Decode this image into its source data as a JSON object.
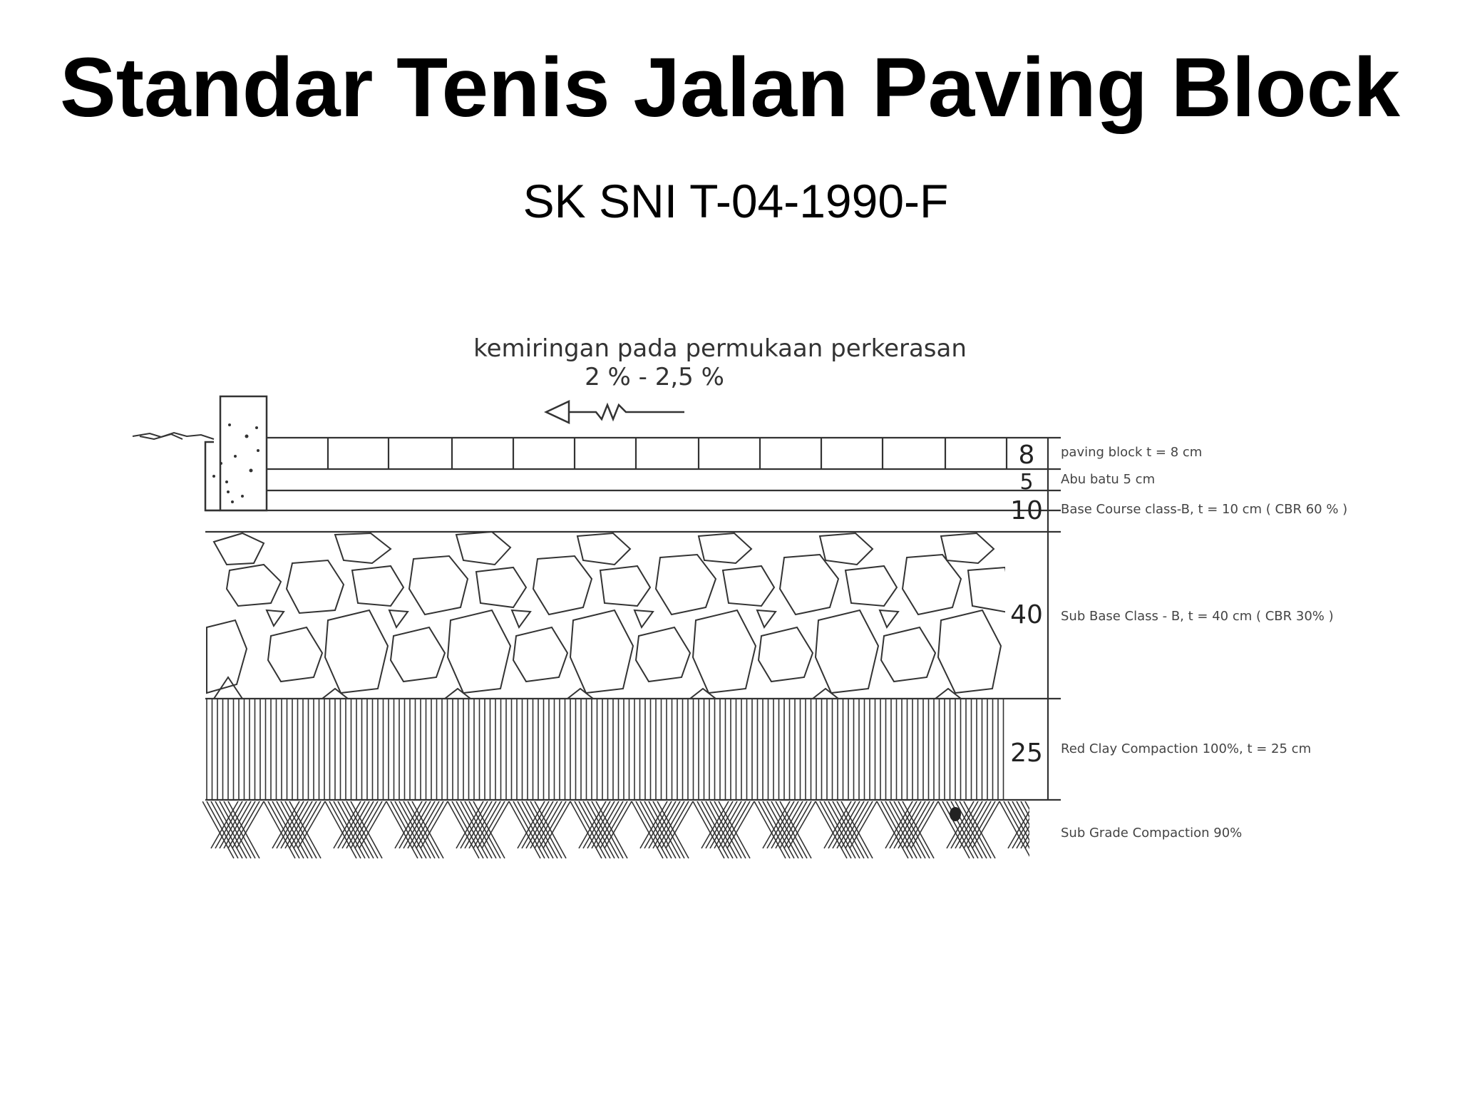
{
  "title": "Standar Tenis Jalan Paving Block",
  "subtitle": "SK SNI T-04-1990-F",
  "slope": {
    "label": "kemiringan pada permukaan perkerasan",
    "value": "2 % - 2,5 %"
  },
  "layers": [
    {
      "id": "paving",
      "thickness": "8",
      "description": "paving block t = 8 cm"
    },
    {
      "id": "abu-batu",
      "thickness": "5",
      "description": "Abu batu 5 cm"
    },
    {
      "id": "base-course",
      "thickness": "10",
      "description": "Base Course class-B, t = 10 cm ( CBR 60 % )"
    },
    {
      "id": "sub-base",
      "thickness": "40",
      "description": "Sub Base Class - B, t = 40 cm ( CBR 30% )"
    },
    {
      "id": "red-clay",
      "thickness": "25",
      "description": "Red Clay Compaction 100%, t = 25 cm"
    },
    {
      "id": "sub-grade",
      "thickness": "",
      "description": "Sub Grade Compaction 90%"
    }
  ]
}
